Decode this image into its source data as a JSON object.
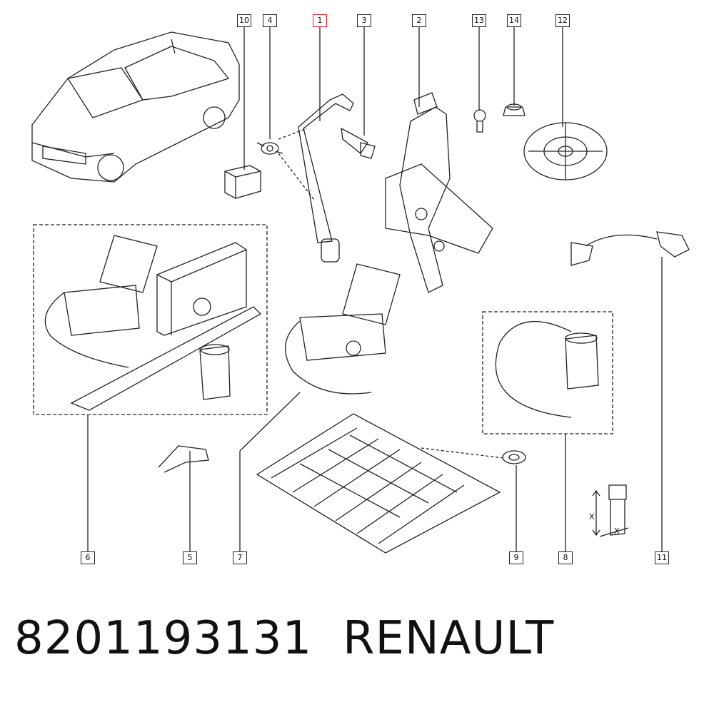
{
  "callouts": [
    "1",
    "2",
    "3",
    "4",
    "5",
    "6",
    "7",
    "8",
    "9",
    "10",
    "11",
    "12",
    "13",
    "14"
  ],
  "highlighted_callout": "1",
  "dimension_label": "X",
  "footer": {
    "part_number": "8201193131",
    "brand": "RENAULT"
  },
  "colors": {
    "line": "#222222",
    "highlight": "#e02020",
    "background": "#ffffff"
  }
}
